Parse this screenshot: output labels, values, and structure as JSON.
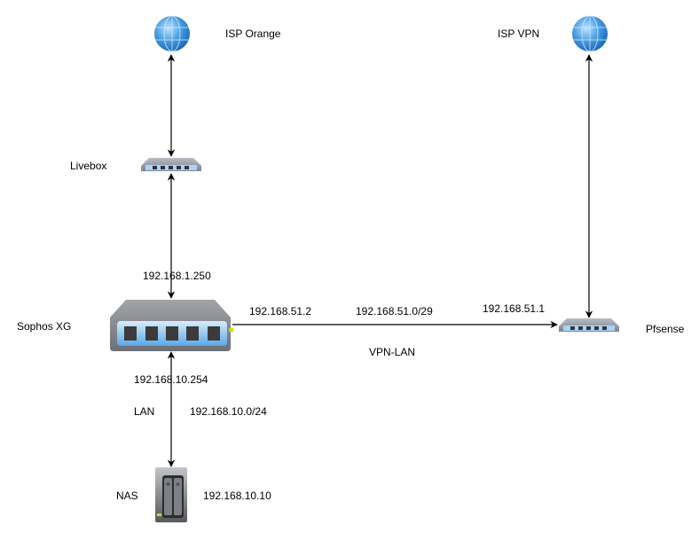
{
  "nodes": {
    "isp_orange": {
      "label": "ISP Orange",
      "icon": "globe-icon"
    },
    "isp_vpn": {
      "label": "ISP VPN",
      "icon": "globe-icon"
    },
    "livebox": {
      "label": "Livebox",
      "icon": "switch-icon"
    },
    "sophos": {
      "label": "Sophos XG",
      "icon": "firewall-switch-icon"
    },
    "pfsense": {
      "label": "Pfsense",
      "icon": "switch-icon"
    },
    "nas": {
      "label": "NAS",
      "icon": "nas-icon"
    }
  },
  "labels": {
    "livebox_sophos_ip": "192.168.1.250",
    "sophos_vpn_ip": "192.168.51.2",
    "vpn_subnet": "192.168.51.0/29",
    "pfsense_ip": "192.168.51.1",
    "vpn_lan": "VPN-LAN",
    "sophos_lan_ip": "192.168.10.254",
    "lan": "LAN",
    "lan_subnet": "192.168.10.0/24",
    "nas_ip": "192.168.10.10"
  },
  "colors": {
    "line": "#000000",
    "globe": "#4a9de0",
    "led": "#c8e000"
  }
}
